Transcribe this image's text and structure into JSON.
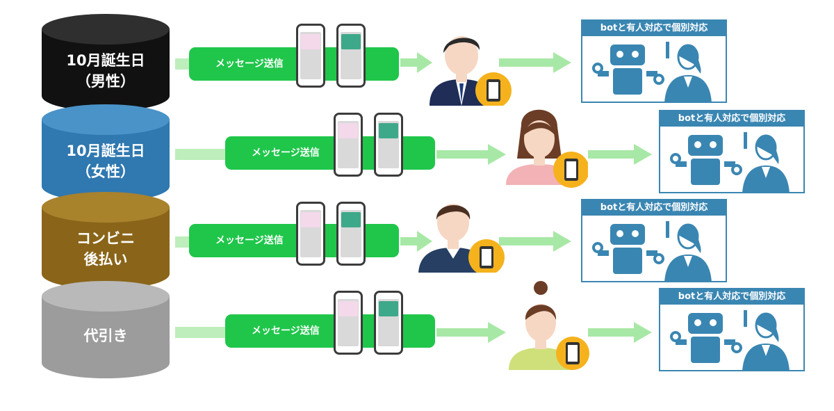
{
  "segments": [
    {
      "label": "10月誕生日\n（男性）",
      "color": "#111111",
      "top_color": "#2f2f2f",
      "person": "man-suit"
    },
    {
      "label": "10月誕生日\n（女性）",
      "color": "#2f78b0",
      "top_color": "#4a93c8",
      "person": "woman"
    },
    {
      "label": "コンビニ\n後払い",
      "color": "#8a6519",
      "top_color": "#a9822c",
      "person": "young-man"
    },
    {
      "label": "代引き",
      "color": "#9c9c9c",
      "top_color": "#b9b9b9",
      "person": "woman-bun"
    }
  ],
  "action_label": "メッセージ送信",
  "support_label": "botと有人対応で個別対応",
  "colors": {
    "arrow_light": "#a8e8a6",
    "bar_thin": "#bdeebb",
    "action_green": "#1fc64a",
    "panel_blue": "#3a86b2",
    "badge_yellow": "#f5b21d"
  },
  "icons": [
    "phone-icon",
    "person-icon",
    "robot-icon",
    "operator-icon"
  ]
}
